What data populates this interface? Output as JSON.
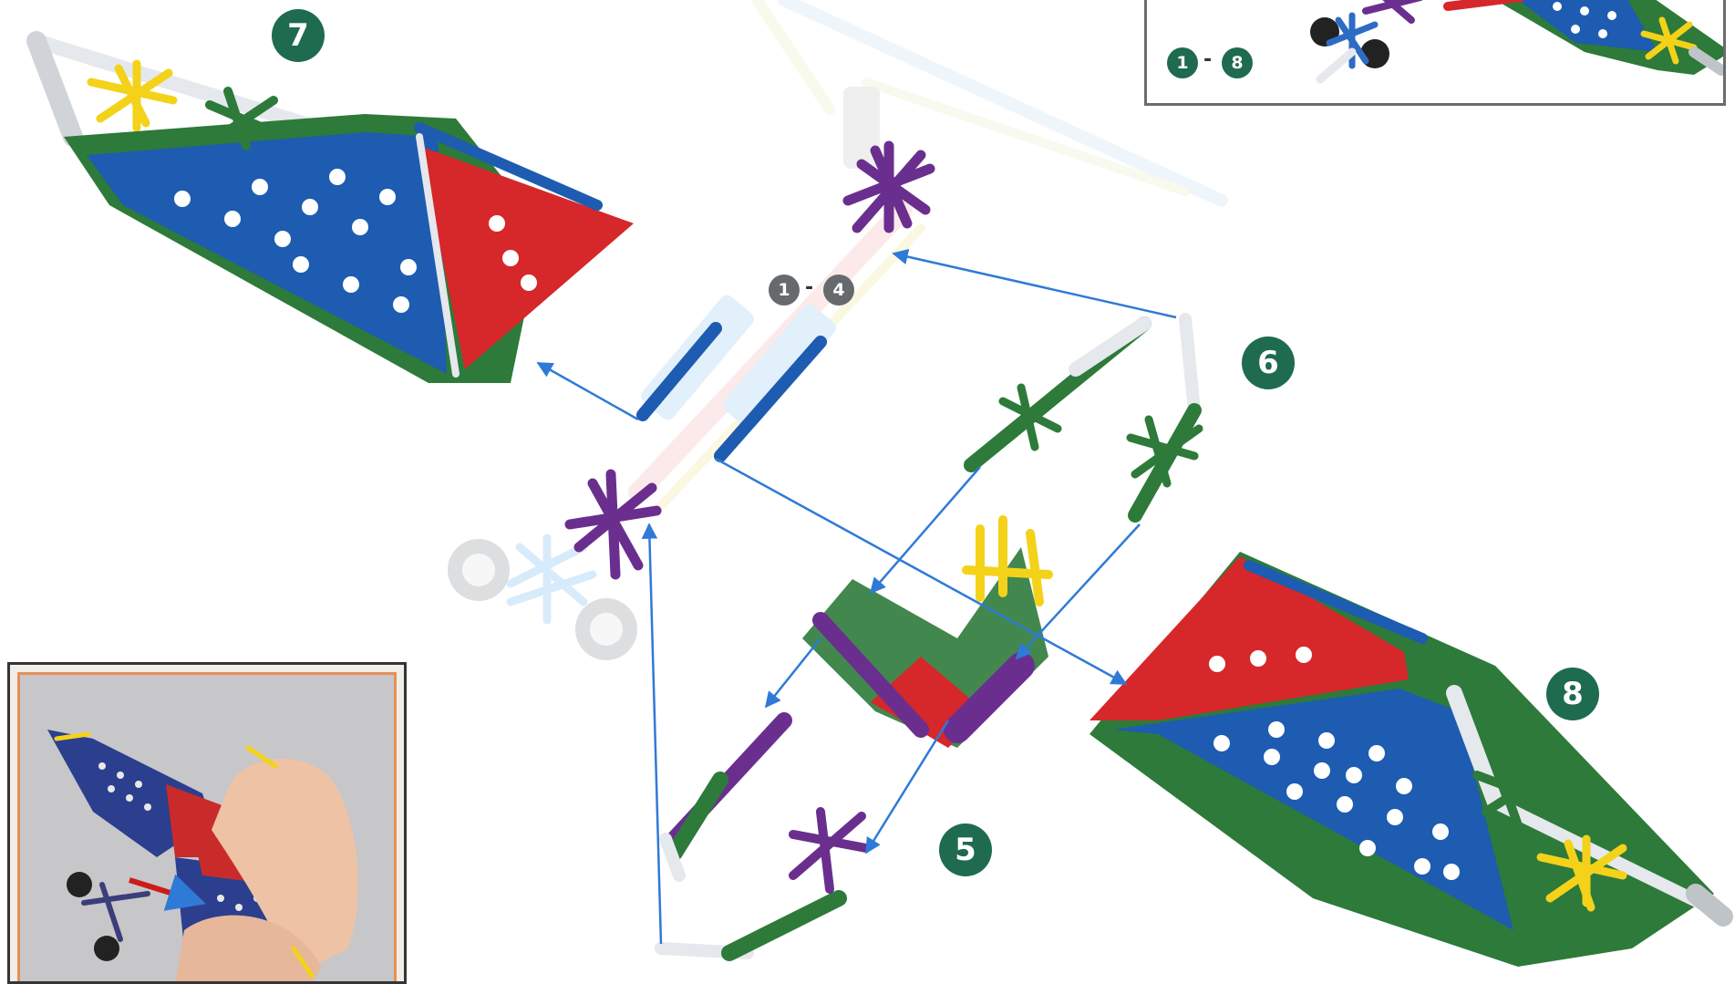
{
  "steps": {
    "step5": "5",
    "step6": "6",
    "step7": "7",
    "step8": "8"
  },
  "ranges": {
    "center": {
      "from": "1",
      "dash": "-",
      "to": "4"
    },
    "inset": {
      "from": "1",
      "dash": "-",
      "to": "8"
    }
  },
  "colors": {
    "step_circle": "#1f6b4f",
    "range_grey": "#666a6c",
    "panel_blue": "#1d5cb0",
    "panel_red": "#d6272b",
    "connector_green": "#2d7a3a",
    "connector_purple": "#6a2f8e",
    "connector_yellow": "#f4d21a",
    "rod_white": "#e5e8ec",
    "arrow_blue": "#2f7ad6"
  }
}
